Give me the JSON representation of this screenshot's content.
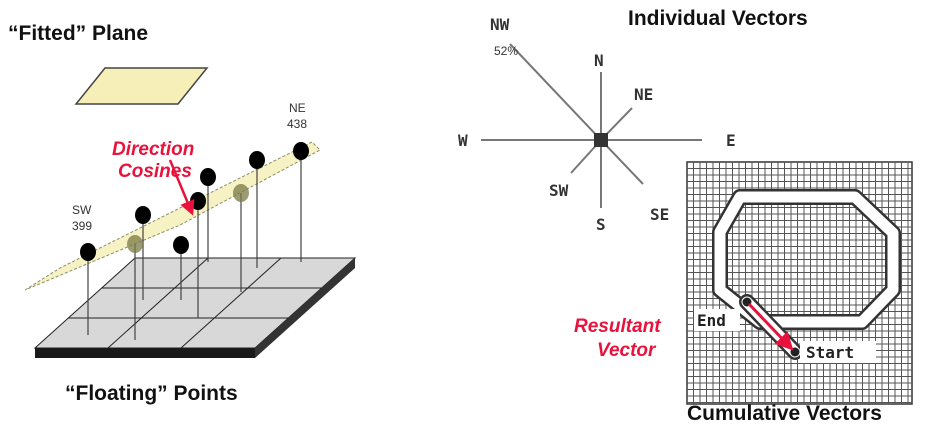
{
  "left_panel": {
    "title_top": "“Fitted” Plane",
    "title_bottom": "“Floating” Points",
    "annotation_line1": "Direction",
    "annotation_line2": "Cosines",
    "label_ne_dir": "NE",
    "label_ne_value": "438",
    "label_sw_dir": "SW",
    "label_sw_value": "399"
  },
  "right_panel": {
    "title_top": "Individual Vectors",
    "title_bottom": "Cumulative Vectors",
    "compass": {
      "north": "N",
      "northeast": "NE",
      "east": "E",
      "southeast": "SE",
      "south": "S",
      "southwest": "SW",
      "west": "W",
      "northwest": "NW",
      "northwest_percent": "52%"
    },
    "grid": {
      "end_label": "End",
      "start_label": "Start"
    },
    "annotation_line1": "Resultant",
    "annotation_line2": "Vector"
  },
  "colors": {
    "plane_fill": "#f6f0b8",
    "accent_red": "#e8123c",
    "grid_line": "#555555",
    "base_fill": "#111111"
  }
}
